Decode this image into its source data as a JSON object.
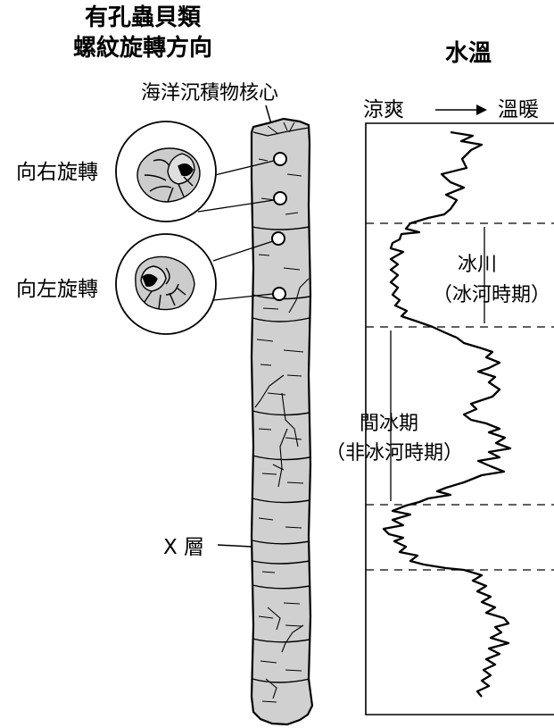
{
  "left_title": [
    "有孔蟲貝類",
    "螺紋旋轉方向"
  ],
  "right_title": "水溫",
  "core_label": "海洋沉積物核心",
  "coil_right_label": "向右旋轉",
  "coil_left_label": "向左旋轉",
  "layer_label": "X 層",
  "axis": {
    "cool": "涼爽",
    "warm": "溫暖"
  },
  "glacial": {
    "line1": "冰川",
    "line2": "（冰河時期）"
  },
  "interglacial": {
    "line1": "間冰期",
    "line2": "（非冰河時期）"
  },
  "colors": {
    "core_fill": "#d0d0d0",
    "shell_fill": "#cccccc",
    "ink": "#000000"
  }
}
